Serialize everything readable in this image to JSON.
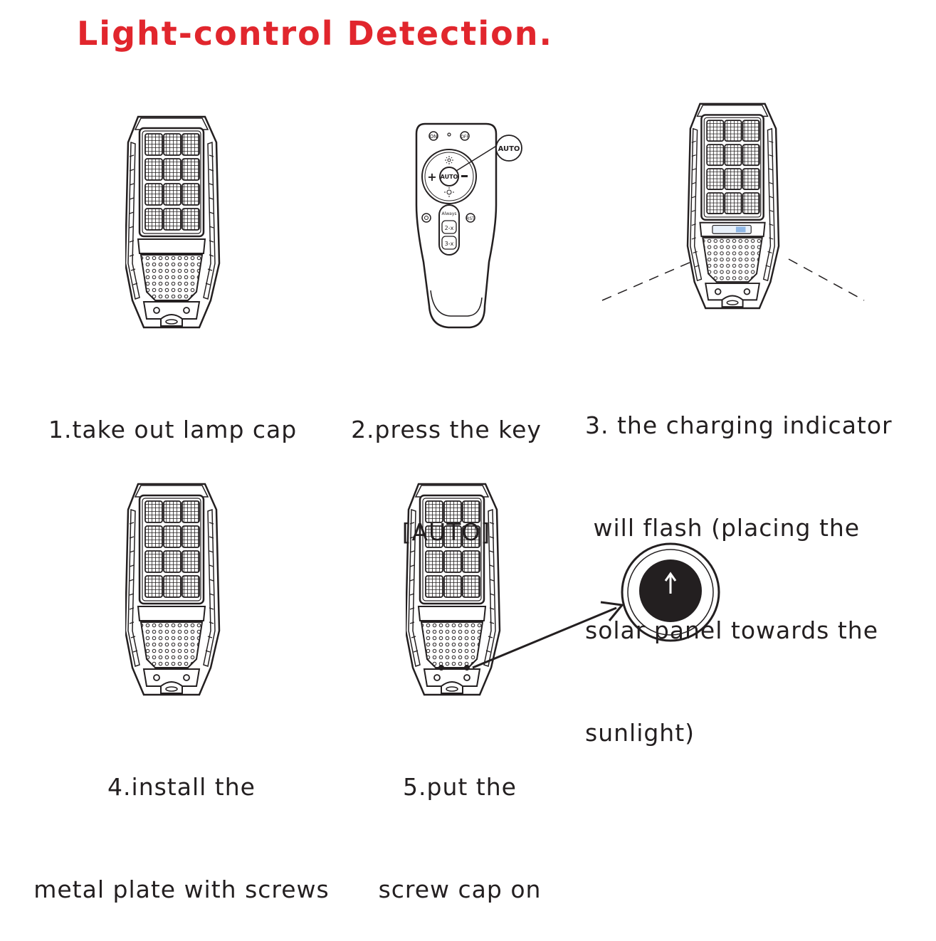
{
  "title": "Light-control Detection.",
  "remote": {
    "on": "ON",
    "off": "OFF",
    "plus": "+",
    "minus": "−",
    "auto": "AUTO",
    "always": "Always",
    "rst": "RST",
    "two": "2-x",
    "three": "3-x",
    "callout": "AUTO"
  },
  "steps": [
    {
      "lines": [
        "1.take out lamp cap"
      ]
    },
    {
      "lines": [
        "2.press the key",
        "[AUTO]"
      ]
    },
    {
      "lines": [
        "3. the charging indicator",
        " will flash (placing the",
        "solar panel towards the",
        "sunlight)"
      ]
    },
    {
      "lines": [
        "4.install the",
        "metal plate with screws"
      ]
    },
    {
      "lines": [
        "5.put the",
        "screw cap on"
      ]
    }
  ],
  "colors": {
    "title": "#e1262d",
    "ink": "#231f20"
  }
}
